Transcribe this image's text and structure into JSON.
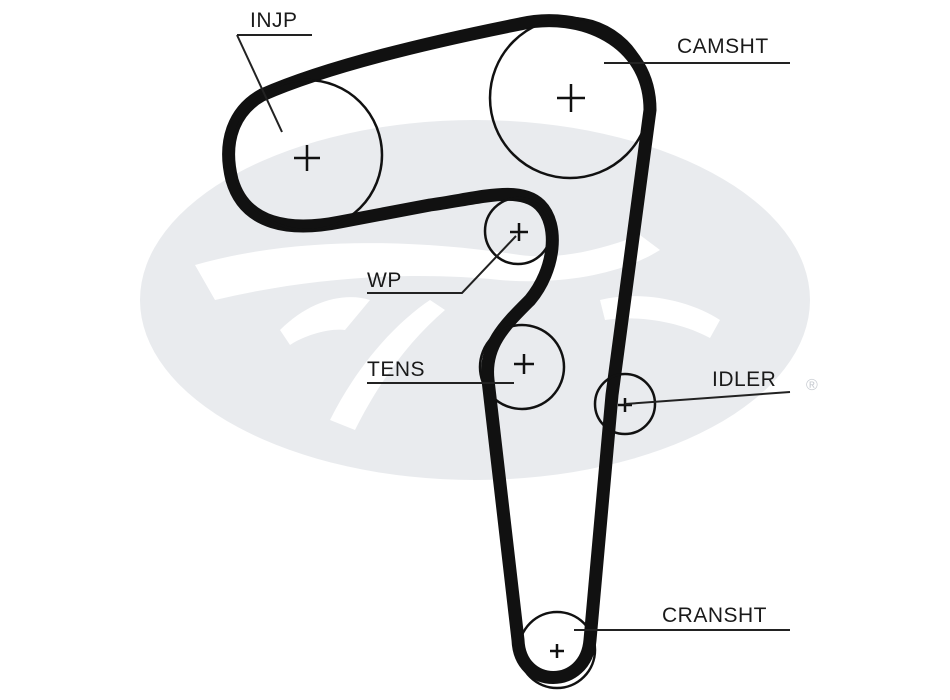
{
  "labels": {
    "injp": "INJP",
    "camsht": "CAMSHT",
    "wp": "WP",
    "tens": "TENS",
    "idler": "IDLER",
    "cransht": "CRANSHT"
  },
  "colors": {
    "belt": "#111111",
    "line": "#222222",
    "watermark": "#e9ebee",
    "watermark_text": "#ffffff",
    "background": "#ffffff"
  },
  "watermark": {
    "registered_mark": "®"
  }
}
